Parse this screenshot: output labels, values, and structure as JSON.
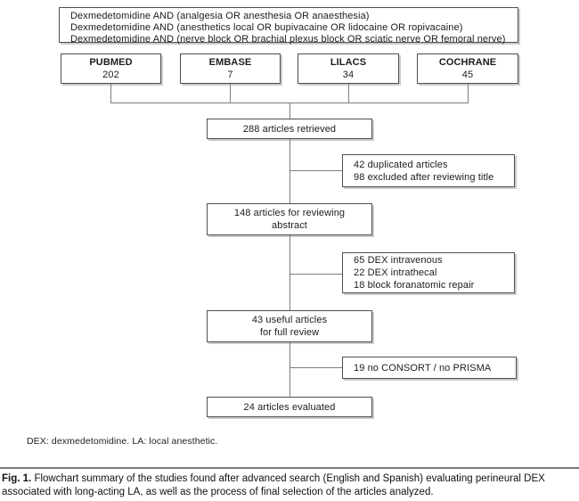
{
  "flowchart": {
    "search_box": {
      "lines": [
        "Dexmedetomidine AND (analgesia OR anesthesia OR anaesthesia)",
        "Dexmedetomidine AND (anesthetics local OR bupivacaine OR lidocaine OR ropivacaine)",
        "Dexmedetomidine AND (nerve block OR brachial plexus block OR sciatic nerve OR femoral nerve)"
      ]
    },
    "databases": [
      {
        "name": "PUBMED",
        "count": "202"
      },
      {
        "name": "EMBASE",
        "count": "7"
      },
      {
        "name": "LILACS",
        "count": "34"
      },
      {
        "name": "COCHRANE",
        "count": "45"
      }
    ],
    "retrieved_box": {
      "lines": [
        "288 articles retrieved"
      ]
    },
    "abstract_box": {
      "lines": [
        "148 articles for reviewing",
        "abstract"
      ]
    },
    "full_review_box": {
      "lines": [
        "43 useful articles",
        "for full review"
      ]
    },
    "evaluated_box": {
      "lines": [
        "24 articles evaluated"
      ]
    },
    "exclusion_box_1": {
      "lines": [
        "42 duplicated articles",
        "98 excluded after reviewing title"
      ]
    },
    "exclusion_box_2": {
      "lines": [
        "65 DEX intravenous",
        "22 DEX intrathecal",
        "18 block foranatomic repair"
      ]
    },
    "exclusion_box_3": {
      "lines": [
        "19 no CONSORT / no PRISMA"
      ]
    },
    "footnote": "DEX: dexmedetomidine. LA: local anesthetic."
  },
  "caption": {
    "label": "Fig. 1.",
    "text": "Flowchart summary of the studies found after advanced search (English and Spanish) evaluating perineural DEX associated with long-acting LA, as well as the process of final selection of the articles analyzed."
  },
  "colors": {
    "box_border": "#4f4f4f",
    "connector_line": "#7d7d7d",
    "text": "#1c1c1c",
    "background": "#ffffff"
  }
}
